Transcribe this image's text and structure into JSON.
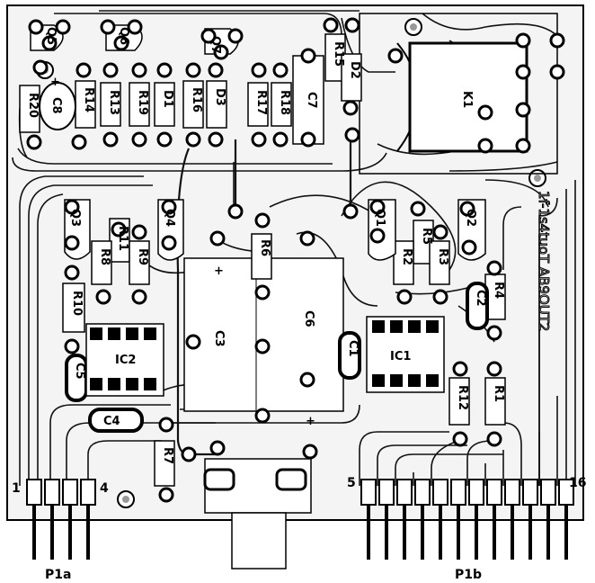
{
  "board": {
    "resistors": [
      "R1",
      "R2",
      "R3",
      "R4",
      "R5",
      "R6",
      "R7",
      "R8",
      "R9",
      "R10",
      "R11",
      "R12",
      "R13",
      "R14",
      "R15",
      "R16",
      "R17",
      "R18",
      "R19",
      "R20"
    ],
    "capacitors": [
      "C1",
      "C2",
      "C3",
      "C4",
      "C5",
      "C6",
      "C7",
      "C8"
    ],
    "diodes": [
      "D1",
      "D2",
      "D3"
    ],
    "transistors": [
      "Q1",
      "Q2",
      "Q3",
      "Q4",
      "Q5",
      "Q6",
      "Q7"
    ],
    "ics": [
      "IC1",
      "IC2"
    ],
    "relay": "K1",
    "plus_sign": "+",
    "side_text": "1f-1s4tuoT AB9OUT2"
  },
  "connectors": {
    "p1a": {
      "label": "P1a",
      "pin_first": "1",
      "pin_last": "4"
    },
    "p1b": {
      "label": "P1b",
      "pin_first": "5",
      "pin_last": "16"
    }
  }
}
